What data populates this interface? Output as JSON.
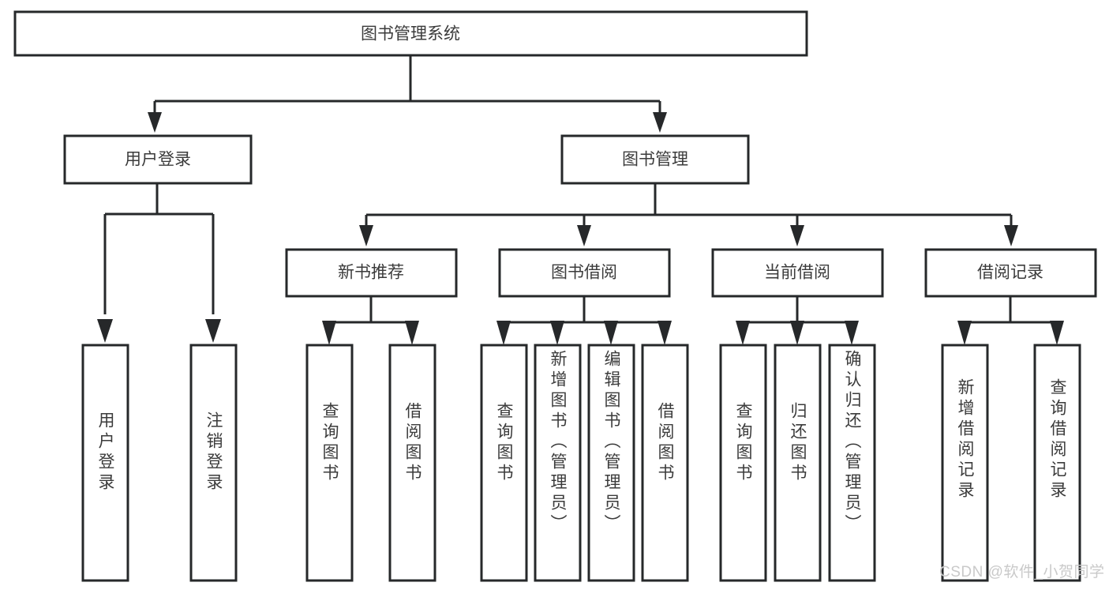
{
  "diagram": {
    "title": "图书管理系统",
    "type": "tree-hierarchy",
    "root": {
      "label": "图书管理系统"
    },
    "level1": [
      {
        "label": "用户登录"
      },
      {
        "label": "图书管理"
      }
    ],
    "level2": [
      {
        "label": "新书推荐"
      },
      {
        "label": "图书借阅"
      },
      {
        "label": "当前借阅"
      },
      {
        "label": "借阅记录"
      }
    ],
    "leaves": {
      "user_login": [
        {
          "label": "用户登录"
        },
        {
          "label": "注销登录"
        }
      ],
      "new_book_recommend": [
        {
          "label": "查询图书"
        },
        {
          "label": "借阅图书"
        }
      ],
      "book_borrow": [
        {
          "label": "查询图书"
        },
        {
          "label": "新增图书（管理员）"
        },
        {
          "label": "编辑图书（管理员）"
        },
        {
          "label": "借阅图书"
        }
      ],
      "current_borrow": [
        {
          "label": "查询图书"
        },
        {
          "label": "归还图书"
        },
        {
          "label": "确认归还（管理员）"
        }
      ],
      "borrow_record": [
        {
          "label": "新增借阅记录"
        },
        {
          "label": "查询借阅记录"
        }
      ]
    }
  },
  "watermark": {
    "text": "CSDN @软件_小贺同学"
  },
  "colors": {
    "stroke": "#26282a",
    "box_fill": "#ffffff",
    "text": "#3b3b3b",
    "watermark": "#c9c9c9",
    "background": "#ffffff"
  }
}
